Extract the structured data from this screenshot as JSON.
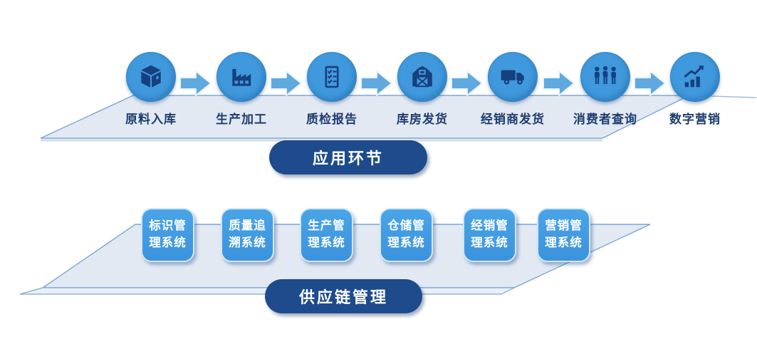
{
  "band_top": {
    "label": "应用环节"
  },
  "band_bottom": {
    "label": "供应链管理"
  },
  "stages": [
    {
      "label": "原料入库",
      "icon": "package-icon"
    },
    {
      "label": "生产加工",
      "icon": "factory-icon"
    },
    {
      "label": "质检报告",
      "icon": "checklist-icon"
    },
    {
      "label": "库房发货",
      "icon": "barn-icon"
    },
    {
      "label": "经销商发货",
      "icon": "truck-icon"
    },
    {
      "label": "消费者查询",
      "icon": "people-icon"
    },
    {
      "label": "数字营销",
      "icon": "trend-chart-icon"
    }
  ],
  "systems": [
    {
      "label": "标识管理系统"
    },
    {
      "label": "质量追溯系统"
    },
    {
      "label": "生产管理系统"
    },
    {
      "label": "仓储管理系统"
    },
    {
      "label": "经销管理系统"
    },
    {
      "label": "营销管理系统"
    }
  ],
  "colors": {
    "circle_blue": "#3F99DC",
    "icon_navy": "#16407F",
    "stage_label_navy": "#1D3C6E",
    "arrow_blue": "#5FA9DE",
    "pill_navy": "#1D4B8C",
    "box_blue": "#3F9AE0",
    "band_fill": "#E2E9F3",
    "band_border": "#7DA6D3"
  }
}
